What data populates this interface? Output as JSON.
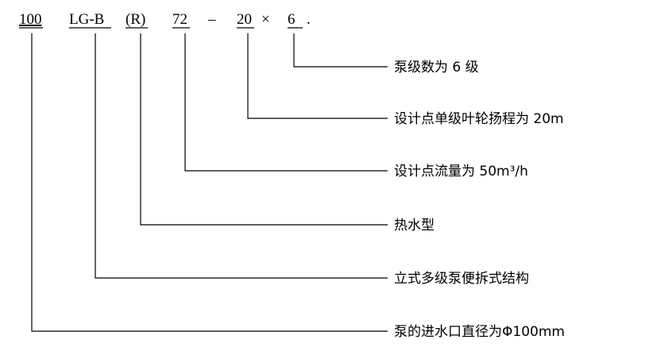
{
  "code": {
    "part_100": "100",
    "part_lgb": "LG-B",
    "part_r": "(R)",
    "part_72": "72",
    "dash": "–",
    "part_20": "20",
    "times": "×",
    "part_6": "6",
    "dot": "."
  },
  "descriptions": {
    "stages": "泵级数为 6 级",
    "head": "设计点单级叶轮扬程为 20m",
    "flow": "设计点流量为 50m³/h",
    "hot_water": "热水型",
    "structure": "立式多级泵便拆式结构",
    "inlet": "泵的进水口直径为Φ100mm"
  },
  "colors": {
    "line": "#000000",
    "background": "#ffffff"
  }
}
